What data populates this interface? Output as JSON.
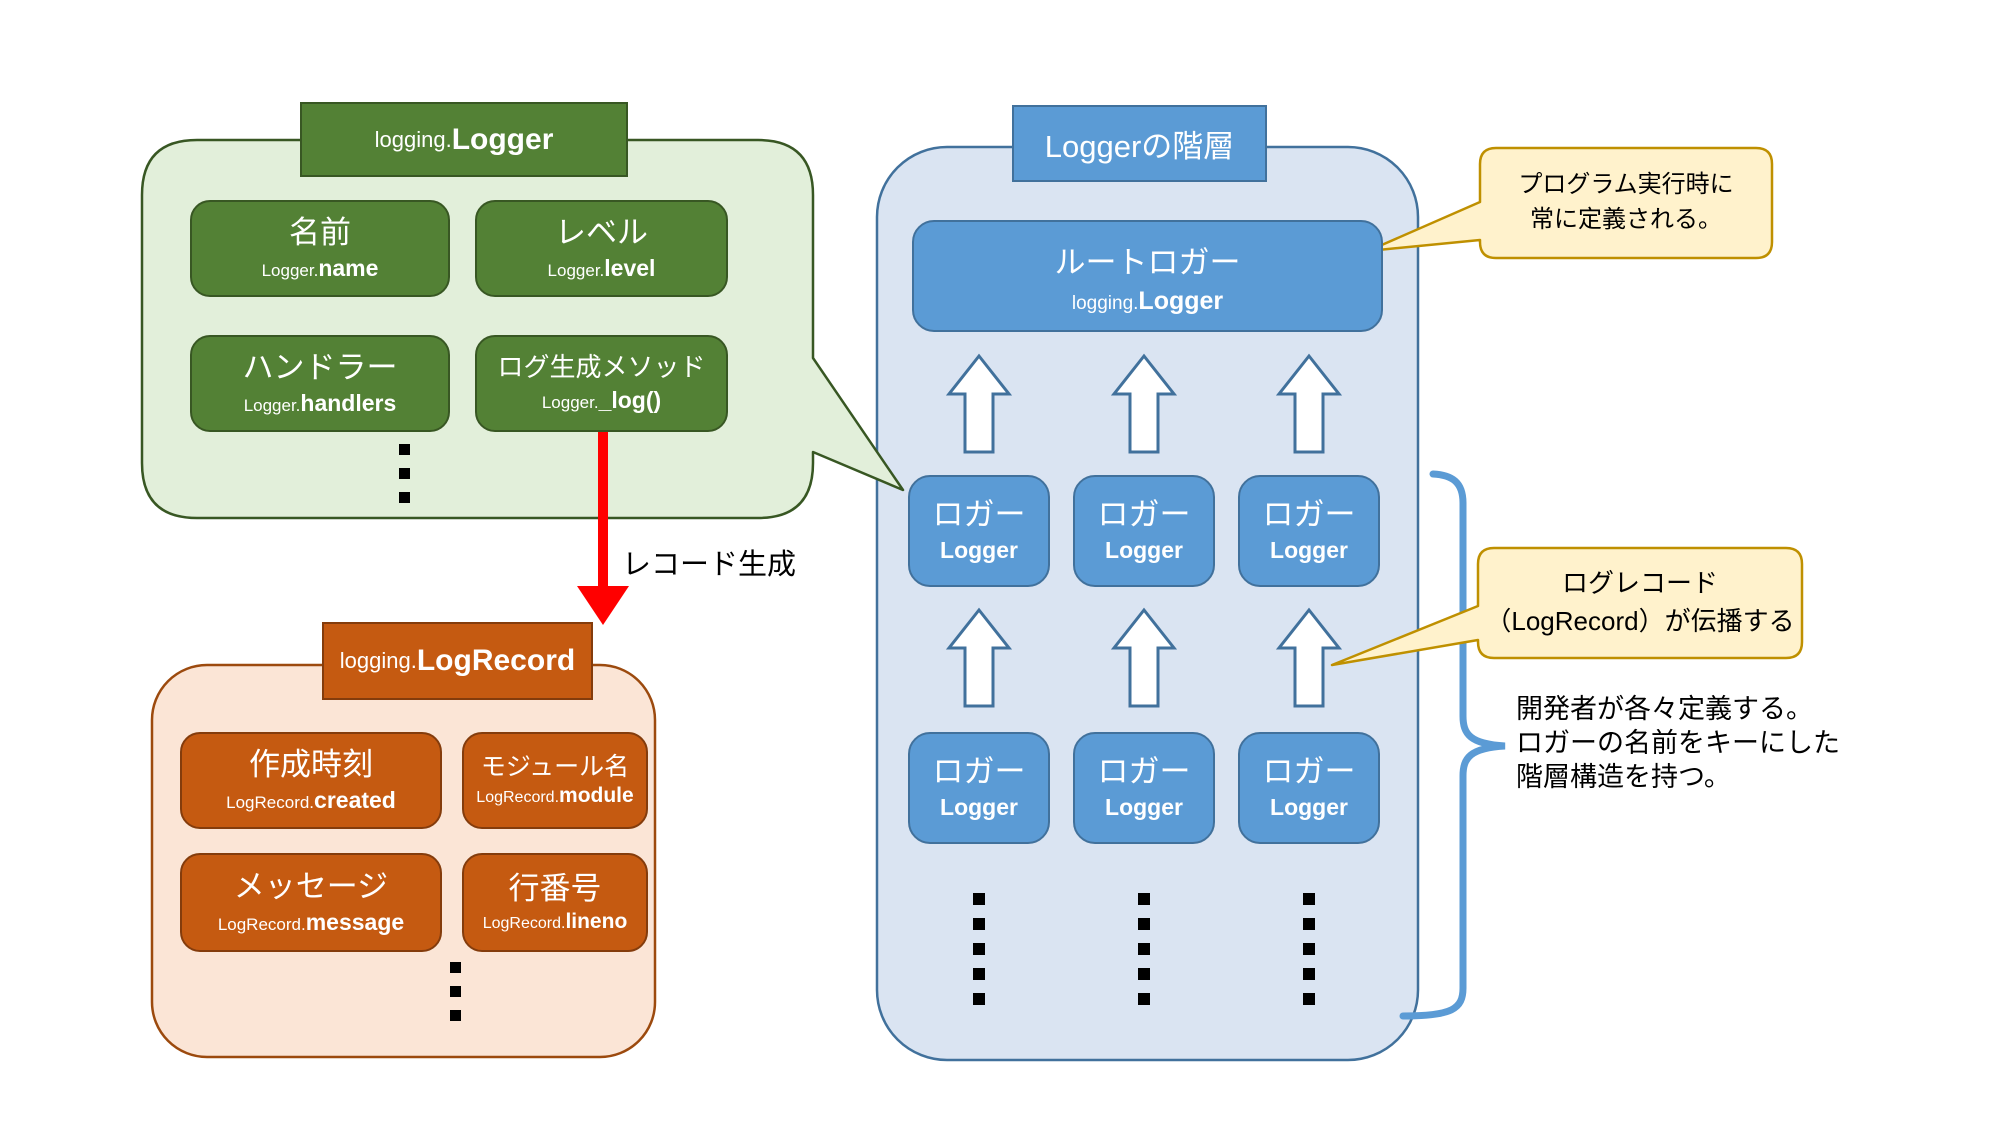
{
  "colors": {
    "green_fill": "#538135",
    "green_border": "#385723",
    "green_light": "#e2efda",
    "orange_fill": "#c55a11",
    "orange_border": "#843c0c",
    "orange_light": "#fbe5d6",
    "blue_fill": "#5b9bd5",
    "blue_border": "#41719c",
    "blue_light": "#dae4f2",
    "yellow_fill": "#fff2cc",
    "yellow_border": "#bf9000",
    "red_arrow": "#ff0000"
  },
  "logger_panel": {
    "title": {
      "prefix": "logging.",
      "main": "Logger"
    },
    "fields": [
      {
        "label": "名前",
        "attr": {
          "prefix": "Logger.",
          "main": "name"
        }
      },
      {
        "label": "レベル",
        "attr": {
          "prefix": "Logger.",
          "main": "level"
        }
      },
      {
        "label": "ハンドラー",
        "attr": {
          "prefix": "Logger.",
          "main": "handlers"
        }
      },
      {
        "label": "ログ生成メソッド",
        "attr": {
          "prefix": "Logger.",
          "main": "_log()"
        }
      }
    ]
  },
  "record_arrow_label": "レコード生成",
  "logrecord_panel": {
    "title": {
      "prefix": "logging.",
      "main": "LogRecord"
    },
    "fields": [
      {
        "label": "作成時刻",
        "attr": {
          "prefix": "LogRecord.",
          "main": "created"
        }
      },
      {
        "label": "モジュール名",
        "attr": {
          "prefix": "LogRecord.",
          "main": "module"
        }
      },
      {
        "label": "メッセージ",
        "attr": {
          "prefix": "LogRecord.",
          "main": "message"
        }
      },
      {
        "label": "行番号",
        "attr": {
          "prefix": "LogRecord.",
          "main": "lineno"
        }
      }
    ]
  },
  "hierarchy_panel": {
    "title": "Loggerの階層",
    "root": {
      "label": "ルートロガー",
      "attr": {
        "prefix": "logging.",
        "main": "Logger"
      }
    },
    "loggers": [
      {
        "label": "ロガー",
        "sub": "Logger"
      },
      {
        "label": "ロガー",
        "sub": "Logger"
      },
      {
        "label": "ロガー",
        "sub": "Logger"
      },
      {
        "label": "ロガー",
        "sub": "Logger"
      },
      {
        "label": "ロガー",
        "sub": "Logger"
      },
      {
        "label": "ロガー",
        "sub": "Logger"
      }
    ]
  },
  "callouts": {
    "root_note": {
      "lines": [
        "プログラム実行時に",
        "常に定義される。"
      ]
    },
    "propagation_note": {
      "lines": [
        "ログレコード",
        "（LogRecord）が伝播する"
      ]
    }
  },
  "side_note": {
    "lines": [
      "開発者が各々定義する。",
      "ロガーの名前をキーにした",
      "階層構造を持つ。"
    ]
  }
}
